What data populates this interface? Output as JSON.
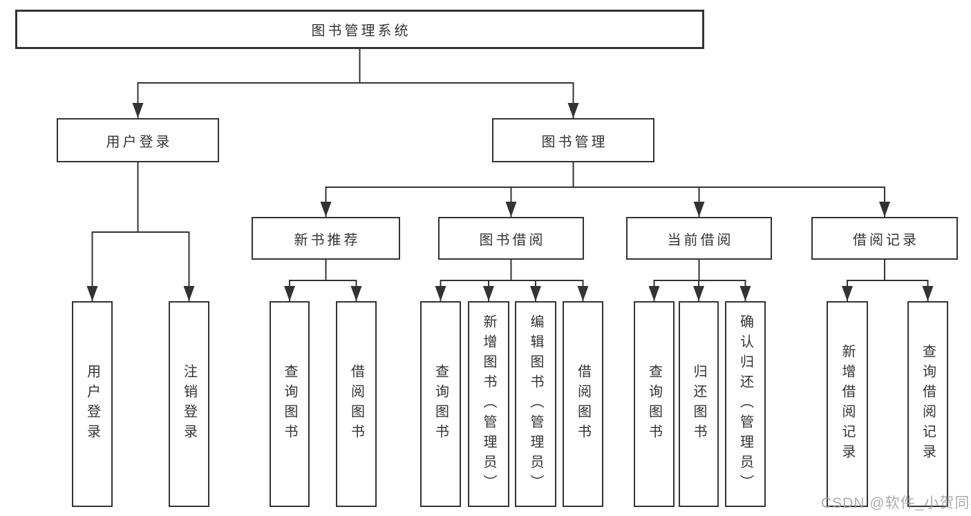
{
  "diagram": {
    "root": {
      "label": "图书管理系统"
    },
    "branches": [
      {
        "label": "用户登录",
        "children": [
          {
            "label": "用户登录"
          },
          {
            "label": "注销登录"
          }
        ]
      },
      {
        "label": "图书管理",
        "children": [
          {
            "label": "新书推荐",
            "children": [
              {
                "label": "查询图书"
              },
              {
                "label": "借阅图书"
              }
            ]
          },
          {
            "label": "图书借阅",
            "children": [
              {
                "label": "查询图书"
              },
              {
                "label": "新增图书（管理员）"
              },
              {
                "label": "编辑图书（管理员）"
              },
              {
                "label": "借阅图书"
              }
            ]
          },
          {
            "label": "当前借阅",
            "children": [
              {
                "label": "查询图书"
              },
              {
                "label": "归还图书"
              },
              {
                "label": "确认归还（管理员）"
              }
            ]
          },
          {
            "label": "借阅记录",
            "children": [
              {
                "label": "新增借阅记录"
              },
              {
                "label": "查询借阅记录"
              }
            ]
          }
        ]
      }
    ]
  },
  "watermark": "CSDN @软件_小贺同学",
  "colors": {
    "line": "#333333",
    "text": "#333333",
    "watermark": "#9e9e9e",
    "background": "#ffffff"
  }
}
